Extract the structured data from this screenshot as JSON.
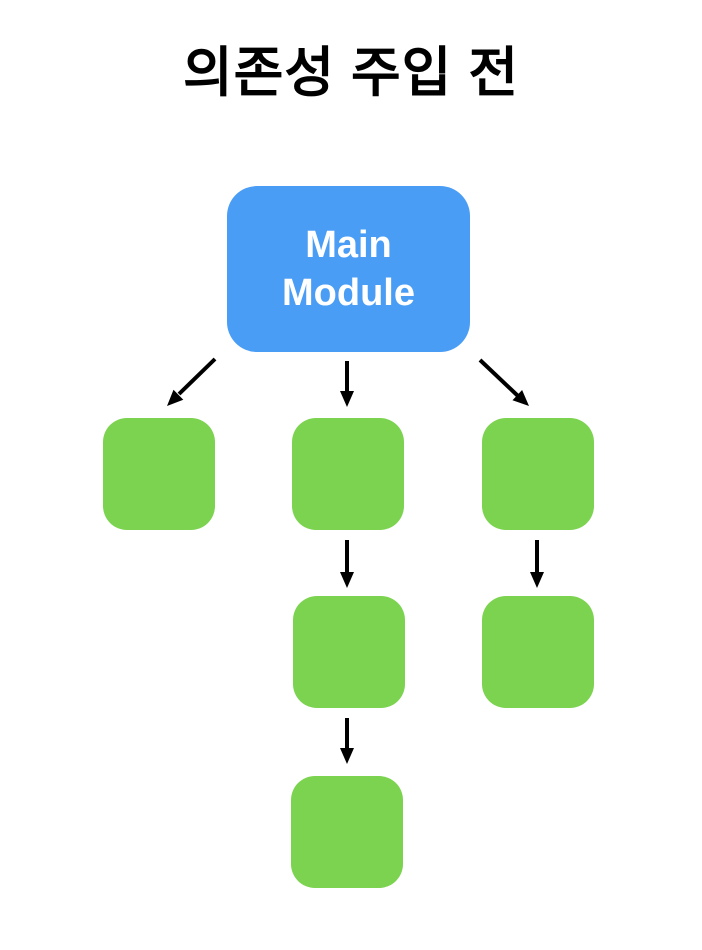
{
  "title": "의존성 주입 전",
  "diagram": {
    "main_module": {
      "id": "main-module",
      "label": "Main\nModule",
      "fill_color": "#4A9DF5",
      "text_color": "#FFFFFF",
      "shape": "rounded-rectangle"
    },
    "dependency_nodes": [
      {
        "id": "dep-left-1",
        "label": "",
        "fill_color": "#7BD34F",
        "shape": "rounded-square"
      },
      {
        "id": "dep-mid-1",
        "label": "",
        "fill_color": "#7BD34F",
        "shape": "rounded-square"
      },
      {
        "id": "dep-right-1",
        "label": "",
        "fill_color": "#7BD34F",
        "shape": "rounded-square"
      },
      {
        "id": "dep-mid-2",
        "label": "",
        "fill_color": "#7BD34F",
        "shape": "rounded-square"
      },
      {
        "id": "dep-right-2",
        "label": "",
        "fill_color": "#7BD34F",
        "shape": "rounded-square"
      },
      {
        "id": "dep-mid-3",
        "label": "",
        "fill_color": "#7BD34F",
        "shape": "rounded-square"
      }
    ],
    "edges": [
      {
        "from": "main-module",
        "to": "dep-left-1"
      },
      {
        "from": "main-module",
        "to": "dep-mid-1"
      },
      {
        "from": "main-module",
        "to": "dep-right-1"
      },
      {
        "from": "dep-mid-1",
        "to": "dep-mid-2"
      },
      {
        "from": "dep-right-1",
        "to": "dep-right-2"
      },
      {
        "from": "dep-mid-2",
        "to": "dep-mid-3"
      }
    ],
    "arrow_color": "#000000",
    "background_color": "#FFFFFF",
    "title_color": "#000000"
  }
}
